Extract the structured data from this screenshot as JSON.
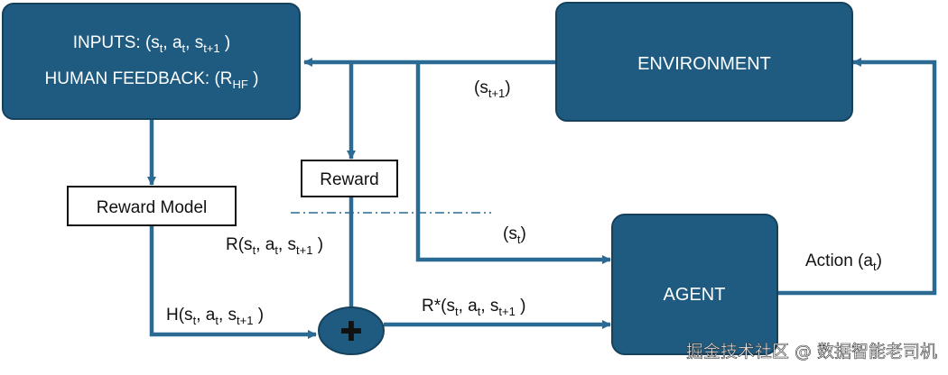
{
  "colors": {
    "box_fill": "#1f5b80",
    "box_stroke": "#16415d",
    "arrow": "#2a6a93",
    "dash": "#2a6a93",
    "label_box_stroke": "#111111",
    "watermark": "#ffffff"
  },
  "inputs_box": {
    "line1": {
      "prefix": "INPUTS: (s",
      "sub1": "t",
      "mid1": ", a",
      "sub2": "t",
      "mid2": ", s",
      "sub3": "t+1",
      "suffix": " )"
    },
    "line2": {
      "prefix": "HUMAN FEEDBACK: (R",
      "sub": "HF",
      "suffix": " )"
    }
  },
  "environment_box": {
    "label": "ENVIRONMENT"
  },
  "agent_box": {
    "label": "AGENT"
  },
  "reward_model_box": {
    "label": "Reward Model"
  },
  "reward_box": {
    "label": "Reward"
  },
  "sum_node": {
    "symbol": "✚"
  },
  "edge_labels": {
    "s_next": {
      "prefix": "(s",
      "sub": "t+1",
      "suffix": ")"
    },
    "s_t": {
      "prefix": "(s",
      "sub": "t",
      "suffix": ")"
    },
    "action": {
      "prefix": "Action (a",
      "sub": "t",
      "suffix": ")"
    },
    "r_func": {
      "prefix": "R(s",
      "sub1": "t",
      "mid1": ", a",
      "sub2": "t",
      "mid2": ", s",
      "sub3": "t+1",
      "suffix": " )"
    },
    "h_func": {
      "prefix": "H(s",
      "sub1": "t",
      "mid1": ", a",
      "sub2": "t",
      "mid2": ", s",
      "sub3": "t+1",
      "suffix": " )"
    },
    "r_star": {
      "prefix": "R*(s",
      "sub1": "t",
      "mid1": ", a",
      "sub2": "t",
      "mid2": ", s",
      "sub3": "t+1",
      "suffix": " )"
    }
  },
  "watermark": {
    "text": "掘金技术社区 @ 数据智能老司机"
  }
}
